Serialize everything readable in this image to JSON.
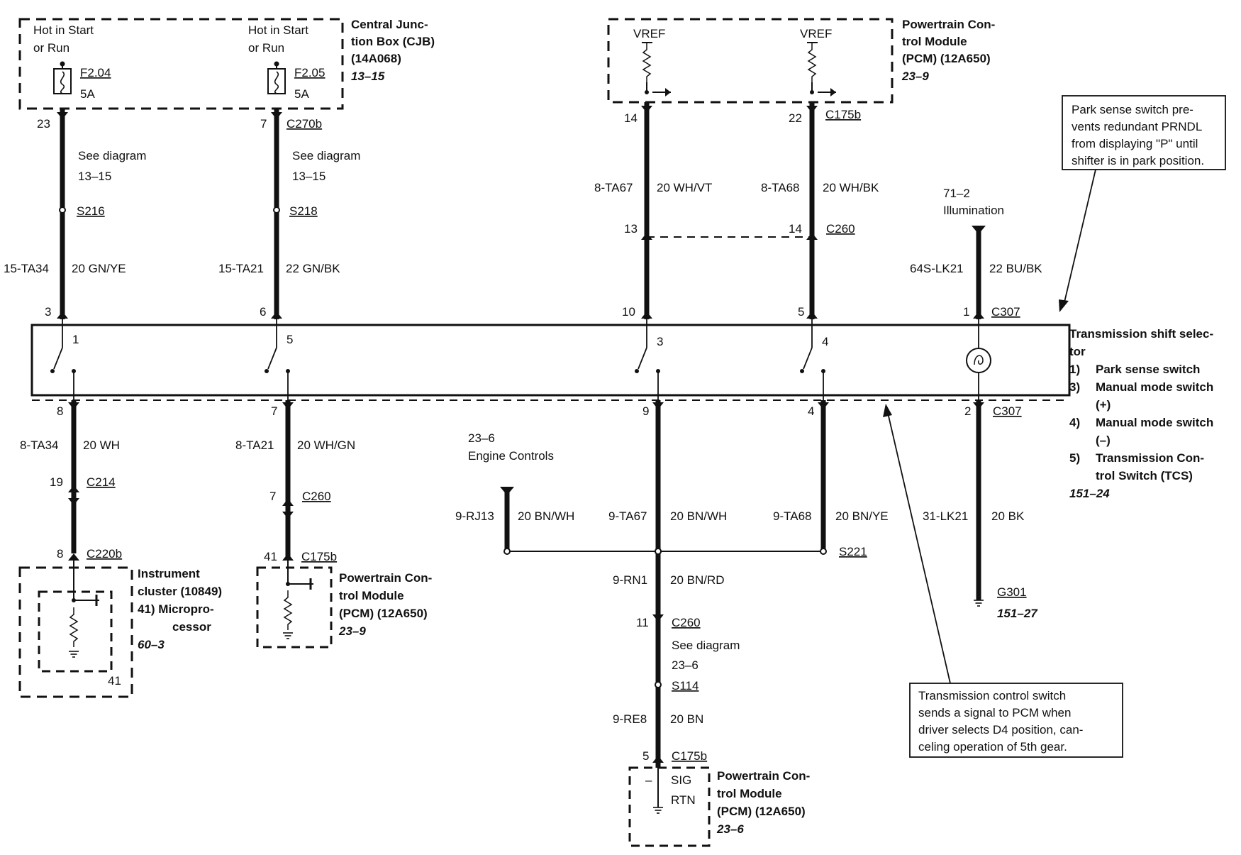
{
  "cjb": {
    "feed_left": [
      "Hot in Start",
      "or Run"
    ],
    "feed_right": [
      "Hot in Start",
      "or Run"
    ],
    "fuse_left": [
      "F2.04",
      "5A"
    ],
    "fuse_right": [
      "F2.05",
      "5A"
    ],
    "title": [
      "Central Junc-",
      "tion Box (CJB)",
      "(14A068)"
    ],
    "ref": "13–15"
  },
  "pcm_top": {
    "vref_left": "VREF",
    "vref_right": "VREF",
    "title": [
      "Powertrain Con-",
      "trol Module",
      "(PCM) (12A650)"
    ],
    "ref": "23–9"
  },
  "note_park": [
    "Park sense switch pre-",
    "vents redundant PRNDL",
    "from displaying \"P\" until",
    "shifter is in park position."
  ],
  "note_tcs": [
    "Transmission control switch",
    "sends a signal to PCM when",
    "driver selects D4 position, can-",
    "celing operation of 5th gear."
  ],
  "illum": [
    "71–2",
    "Illumination"
  ],
  "selector": {
    "title": [
      "Transmission shift selec-",
      "tor"
    ],
    "items": [
      {
        "num": "1)",
        "lines": [
          "Park sense switch"
        ]
      },
      {
        "num": "3)",
        "lines": [
          "Manual mode switch",
          "(+)"
        ]
      },
      {
        "num": "4)",
        "lines": [
          "Manual mode switch",
          "(–)"
        ]
      },
      {
        "num": "5)",
        "lines": [
          "Transmission Con-",
          "trol Switch (TCS)"
        ]
      }
    ],
    "ref": "151–24",
    "switch_nums": [
      "1",
      "5",
      "3",
      "4"
    ]
  },
  "see_diagram": [
    "See diagram",
    "13–15"
  ],
  "see_diagram_bottom": [
    "See diagram",
    "23–6"
  ],
  "splices": [
    "S216",
    "S218",
    "S114",
    "S221"
  ],
  "pins": {
    "w1": [
      "23",
      "3",
      "8",
      "19",
      "8"
    ],
    "w2": [
      "7",
      "6",
      "7",
      "7",
      "41"
    ],
    "w3": [
      "14",
      "13",
      "10",
      "9",
      "11",
      "5"
    ],
    "w4": [
      "22",
      "14",
      "5",
      "4"
    ],
    "w5": [
      "1",
      "2"
    ]
  },
  "connectors": {
    "c270b": "C270b",
    "c175b": "C175b",
    "c260": "C260",
    "c307": "C307",
    "c214": "C214",
    "c220b": "C220b"
  },
  "circuits": {
    "w1_top": [
      "15-TA34",
      "20 GN/YE"
    ],
    "w2_top": [
      "15-TA21",
      "22 GN/BK"
    ],
    "w3_top": [
      "8-TA67",
      "20 WH/VT"
    ],
    "w4_top": [
      "8-TA68",
      "20 WH/BK"
    ],
    "w5_top": [
      "64S-LK21",
      "22 BU/BK"
    ],
    "w1_bot": [
      "8-TA34",
      "20 WH"
    ],
    "w2_bot": [
      "8-TA21",
      "20 WH/GN"
    ],
    "w3_bot": [
      "9-TA67",
      "20 BN/WH"
    ],
    "w4_bot": [
      "9-TA68",
      "20 BN/YE"
    ],
    "w5_bot": [
      "31-LK21",
      "20 BK"
    ],
    "rj13": [
      "9-RJ13",
      "20 BN/WH"
    ],
    "rn1": [
      "9-RN1",
      "20 BN/RD"
    ],
    "re8": [
      "9-RE8",
      "20 BN"
    ]
  },
  "engine_controls": [
    "23–6",
    "Engine Controls"
  ],
  "cluster": {
    "title": [
      "Instrument",
      "cluster (10849)",
      "41)   Micropro-",
      "cessor"
    ],
    "ref": "60–3",
    "pin": "41"
  },
  "pcm_mid": {
    "title": [
      "Powertrain Con-",
      "trol Module",
      "(PCM) (12A650)"
    ],
    "ref": "23–9"
  },
  "pcm_bottom": {
    "title": [
      "Powertrain Con-",
      "trol Module",
      "(PCM) (12A650)"
    ],
    "ref": "23–6",
    "sig": [
      "SIG",
      "RTN"
    ],
    "minus": "–"
  },
  "ground": {
    "name": "G301",
    "ref": "151–27"
  }
}
